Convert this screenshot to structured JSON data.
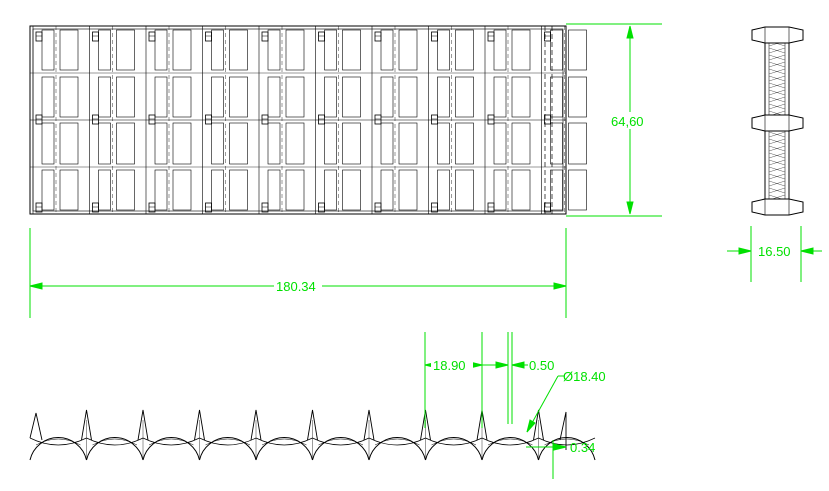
{
  "drawing": {
    "line_color": "#000000",
    "dimension_color": "#00e000",
    "background": "#ffffff"
  },
  "dimensions": {
    "height": "64,60",
    "length": "180.34",
    "thickness": "16.50",
    "pitch": "18.90",
    "gap": "0.50",
    "diameter": "Ø18.40",
    "offset": "0.34"
  }
}
